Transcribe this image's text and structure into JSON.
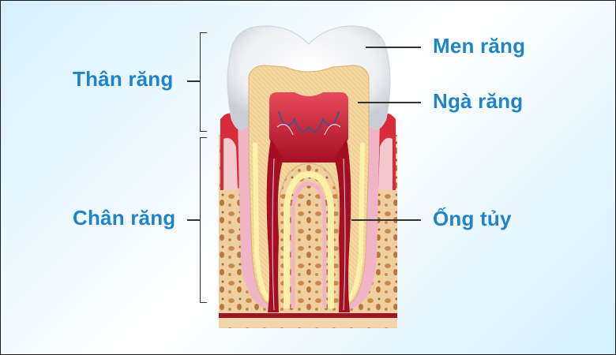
{
  "diagram": {
    "title": "Tooth anatomy cross-section",
    "subject": "molar-tooth",
    "colors": {
      "label_text": "#1f84c8",
      "leader_lines": "#333333",
      "enamel": "#f2f4f7",
      "dentin": "#f3d49a",
      "pulp": "#b0142a",
      "gum": "#d92b3a",
      "bone": "#e9c38e"
    },
    "left_labels": [
      {
        "id": "crown",
        "text": "Thân răng"
      },
      {
        "id": "root",
        "text": "Chân răng"
      }
    ],
    "right_labels": [
      {
        "id": "enamel",
        "text": "Men răng"
      },
      {
        "id": "dentin",
        "text": "Ngà răng"
      },
      {
        "id": "root-canal",
        "text": "Ống tủy"
      }
    ]
  }
}
